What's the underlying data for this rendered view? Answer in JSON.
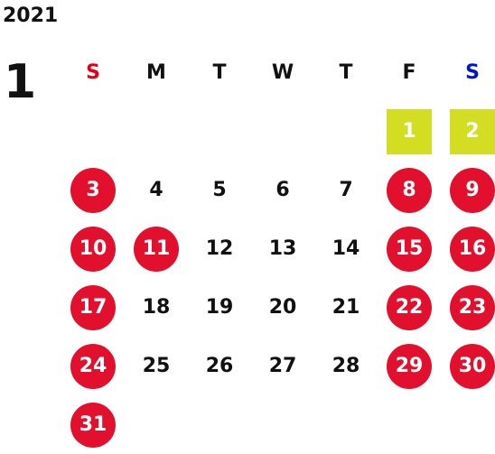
{
  "year": "2021",
  "month": "1",
  "colors": {
    "holiday_circle": "#e20f2d",
    "special_square": "#d3dd21",
    "sunday_header": "#e50012",
    "saturday_header": "#0014d6",
    "weekday_text": "#111111"
  },
  "weekdays": [
    {
      "label": "S",
      "kind": "sunday"
    },
    {
      "label": "M",
      "kind": "weekday"
    },
    {
      "label": "T",
      "kind": "weekday"
    },
    {
      "label": "W",
      "kind": "weekday"
    },
    {
      "label": "T",
      "kind": "weekday"
    },
    {
      "label": "F",
      "kind": "weekday"
    },
    {
      "label": "S",
      "kind": "saturday"
    }
  ],
  "weeks": [
    [
      null,
      null,
      null,
      null,
      null,
      {
        "d": "1",
        "type": "special"
      },
      {
        "d": "2",
        "type": "special"
      }
    ],
    [
      {
        "d": "3",
        "type": "holiday"
      },
      {
        "d": "4",
        "type": "normal"
      },
      {
        "d": "5",
        "type": "normal"
      },
      {
        "d": "6",
        "type": "normal"
      },
      {
        "d": "7",
        "type": "normal"
      },
      {
        "d": "8",
        "type": "holiday"
      },
      {
        "d": "9",
        "type": "holiday"
      }
    ],
    [
      {
        "d": "10",
        "type": "holiday"
      },
      {
        "d": "11",
        "type": "holiday"
      },
      {
        "d": "12",
        "type": "normal"
      },
      {
        "d": "13",
        "type": "normal"
      },
      {
        "d": "14",
        "type": "normal"
      },
      {
        "d": "15",
        "type": "holiday"
      },
      {
        "d": "16",
        "type": "holiday"
      }
    ],
    [
      {
        "d": "17",
        "type": "holiday"
      },
      {
        "d": "18",
        "type": "normal"
      },
      {
        "d": "19",
        "type": "normal"
      },
      {
        "d": "20",
        "type": "normal"
      },
      {
        "d": "21",
        "type": "normal"
      },
      {
        "d": "22",
        "type": "holiday"
      },
      {
        "d": "23",
        "type": "holiday"
      }
    ],
    [
      {
        "d": "24",
        "type": "holiday"
      },
      {
        "d": "25",
        "type": "normal"
      },
      {
        "d": "26",
        "type": "normal"
      },
      {
        "d": "27",
        "type": "normal"
      },
      {
        "d": "28",
        "type": "normal"
      },
      {
        "d": "29",
        "type": "holiday"
      },
      {
        "d": "30",
        "type": "holiday"
      }
    ],
    [
      {
        "d": "31",
        "type": "holiday"
      },
      null,
      null,
      null,
      null,
      null,
      null
    ]
  ]
}
